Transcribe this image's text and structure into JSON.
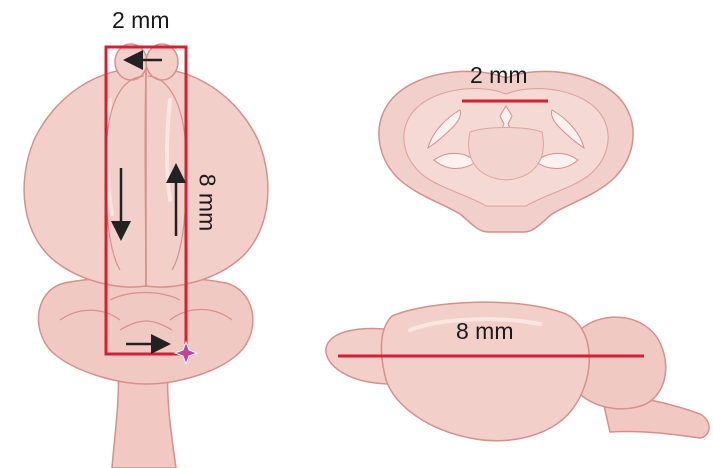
{
  "dorsal_view": {
    "width_label": "2 mm",
    "length_label": "8 mm",
    "marker_icon": "star-icon",
    "marker_color": "#c0449b"
  },
  "coronal_view": {
    "width_label": "2 mm"
  },
  "sagittal_view": {
    "length_label": "8 mm"
  },
  "colors": {
    "tissue_fill": "#f3cfc9",
    "tissue_stroke": "#d98f8a",
    "measure_red": "#d81f2f",
    "arrow": "#222222"
  }
}
